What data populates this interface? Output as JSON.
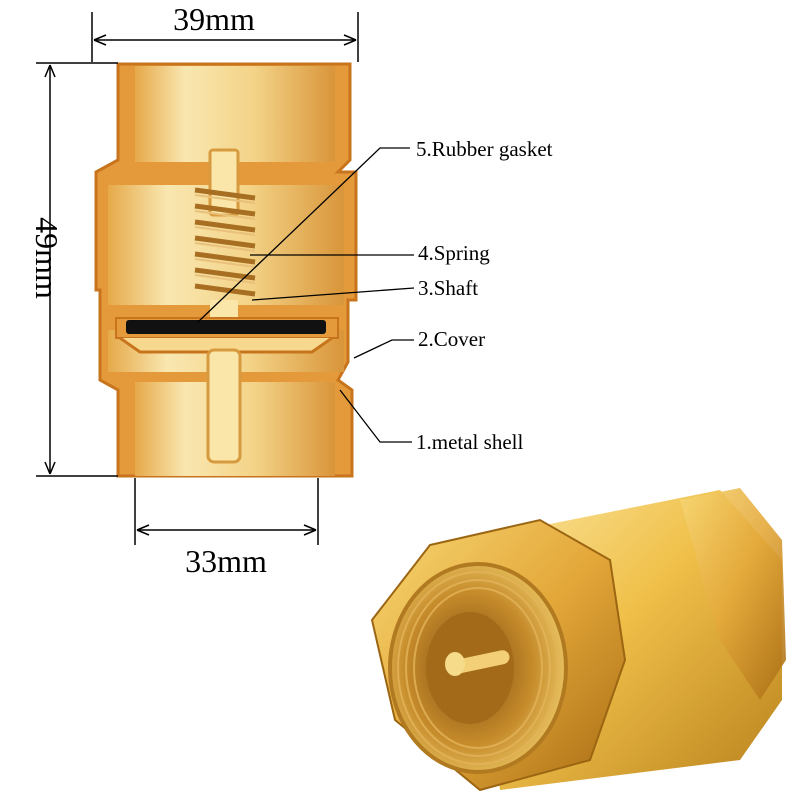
{
  "dimensions": {
    "width_top": "39mm",
    "height": "49mm",
    "width_bottom": "33mm"
  },
  "parts": [
    {
      "label": "5.Rubber gasket"
    },
    {
      "label": "4.Spring"
    },
    {
      "label": "3.Shaft"
    },
    {
      "label": "2.Cover"
    },
    {
      "label": "1.metal shell"
    }
  ],
  "colors": {
    "brass_light": "#f7e2a3",
    "brass_mid": "#e9b85a",
    "brass_dark": "#c9862c",
    "gasket": "#111111"
  }
}
